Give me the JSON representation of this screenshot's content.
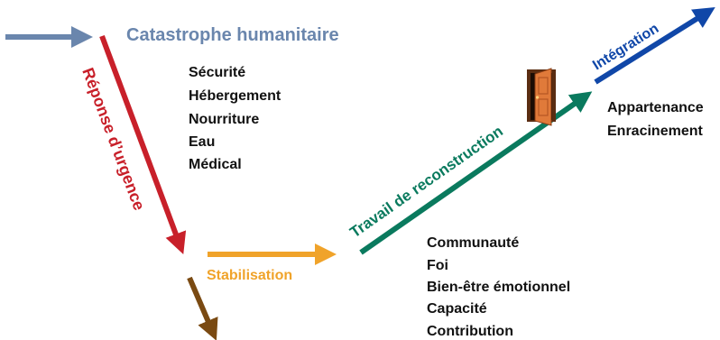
{
  "diagram": {
    "title": "Catastrophe humanitaire",
    "stages": {
      "urgence": "Réponse d’urgence",
      "stabilisation": "Stabilisation",
      "reconstruction": "Travail de reconstruction",
      "integration": "Intégration"
    },
    "lists": {
      "urgence": [
        "Sécurité",
        "Hébergement",
        "Nourriture",
        "Eau",
        "Médical"
      ],
      "reconstruction": [
        "Communauté",
        "Foi",
        "Bien-être émotionnel",
        "Capacité",
        "Contribution"
      ],
      "integration": [
        "Appartenance",
        "Enracinement"
      ]
    },
    "icons": {
      "door": "open-door-icon"
    },
    "colors": {
      "entry": "#6a86ad",
      "urgence": "#c8202a",
      "stabilisation": "#f0a32a",
      "decline": "#7a4a12",
      "reconstruction": "#0a7a5e",
      "integration": "#1047a8",
      "text": "#111111"
    }
  }
}
